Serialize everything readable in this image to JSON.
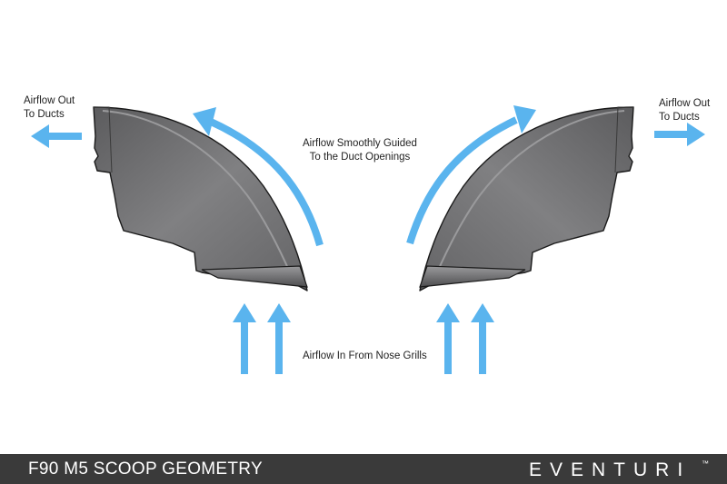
{
  "labels": {
    "airflow_out_left": [
      "Airflow Out",
      "To Ducts"
    ],
    "airflow_out_right": [
      "Airflow Out",
      "To Ducts"
    ],
    "airflow_guided": [
      "Airflow Smoothly Guided",
      "To the Duct Openings"
    ],
    "airflow_in": "Airflow In From Nose Grills"
  },
  "footer": {
    "title": "F90 M5 SCOOP GEOMETRY",
    "brand": "EVENTURI",
    "trademark": "™"
  },
  "colors": {
    "arrow": "#5ab4ee",
    "scoop_fill": "#6f6f71",
    "scoop_outline": "#1a1a1a",
    "footer_bg": "#3a3a3a",
    "brand_accent": "#d9261c"
  }
}
